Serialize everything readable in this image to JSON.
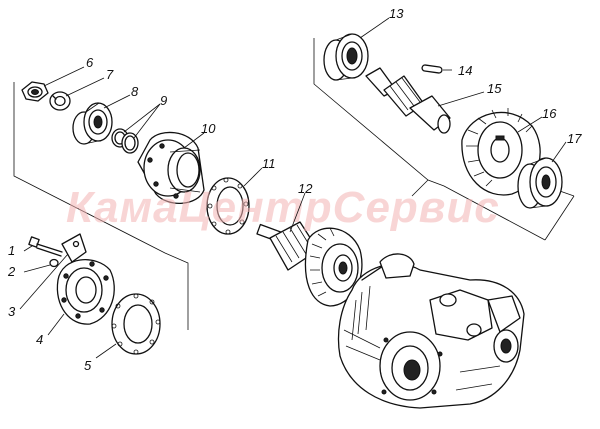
{
  "watermark": "КамаЦентрСервис",
  "callouts": [
    {
      "id": "1",
      "label": "1"
    },
    {
      "id": "2",
      "label": "2"
    },
    {
      "id": "3",
      "label": "3"
    },
    {
      "id": "4",
      "label": "4"
    },
    {
      "id": "5",
      "label": "5"
    },
    {
      "id": "6",
      "label": "6"
    },
    {
      "id": "7",
      "label": "7"
    },
    {
      "id": "8",
      "label": "8"
    },
    {
      "id": "9",
      "label": "9"
    },
    {
      "id": "10",
      "label": "10"
    },
    {
      "id": "11",
      "label": "11"
    },
    {
      "id": "12",
      "label": "12"
    },
    {
      "id": "13",
      "label": "13"
    },
    {
      "id": "14",
      "label": "14"
    },
    {
      "id": "15",
      "label": "15"
    },
    {
      "id": "16",
      "label": "16"
    },
    {
      "id": "17",
      "label": "17"
    }
  ],
  "colors": {
    "ink": "#111111",
    "watermark": "#f3b3b3",
    "background": "#ffffff"
  }
}
